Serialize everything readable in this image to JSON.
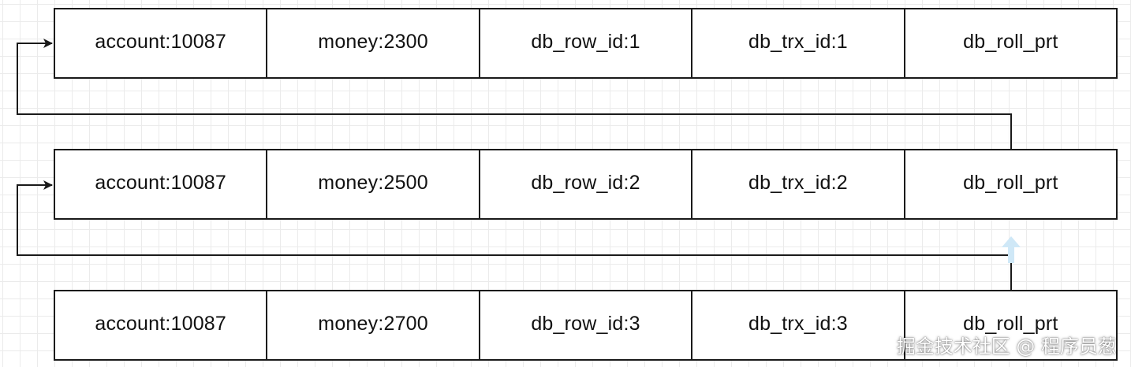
{
  "records": [
    {
      "account": "account:10087",
      "money": "money:2300",
      "row_id": "db_row_id:1",
      "trx_id": "db_trx_id:1",
      "roll_ptr": "db_roll_prt"
    },
    {
      "account": "account:10087",
      "money": "money:2500",
      "row_id": "db_row_id:2",
      "trx_id": "db_trx_id:2",
      "roll_ptr": "db_roll_prt"
    },
    {
      "account": "account:10087",
      "money": "money:2700",
      "row_id": "db_row_id:3",
      "trx_id": "db_trx_id:3",
      "roll_ptr": "db_roll_prt"
    }
  ],
  "links": [
    {
      "from": "records.1.roll_ptr",
      "to": "records.0"
    },
    {
      "from": "records.2.roll_ptr",
      "to": "records.1"
    }
  ],
  "watermark": "掘金技术社区 @ 程序员葱",
  "colors": {
    "border": "#1a1a1a",
    "text": "#111111",
    "grid": "#ebebeb",
    "highlight_arrow": "#cfe8f7"
  }
}
